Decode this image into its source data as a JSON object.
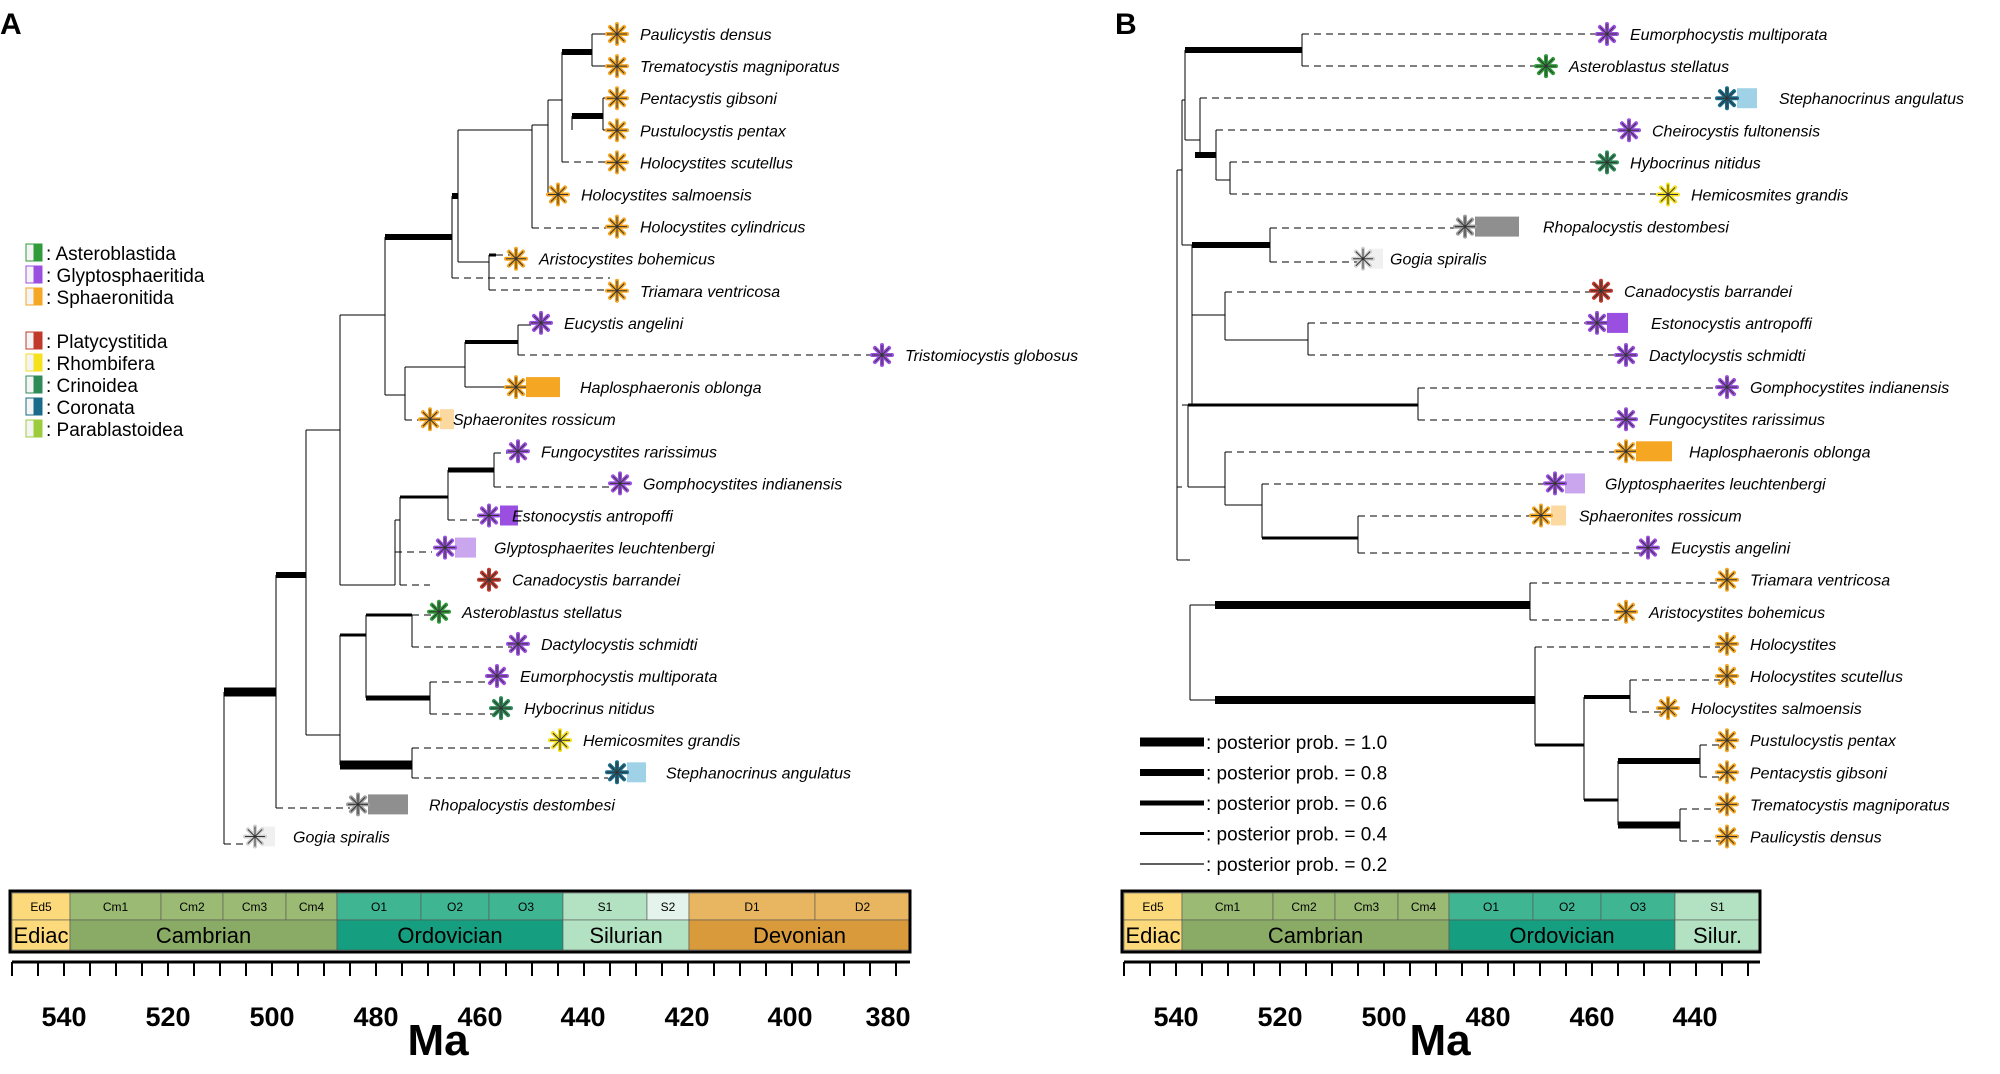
{
  "panels": [
    {
      "label": "A",
      "taxa": [
        "Paulicystis densus",
        "Trematocystis magniporatus",
        "Pentacystis gibsoni",
        "Pustulocystis pentax",
        "Holocystites scutellus",
        "Holocystites salmoensis",
        "Holocystites cylindricus",
        "Aristocystites bohemicus",
        "Triamara ventricosa",
        "Eucystis angelini",
        "Tristomiocystis globosus",
        "Haplosphaeronis oblonga",
        "Sphaeronites rossicum",
        "Fungocystites rarissimus",
        "Gomphocystites indianensis",
        "Estonocystis antropoffi",
        "Glyptosphaerites leuchtenbergi",
        "Canadocystis barrandei",
        "Asteroblastus stellatus",
        "Dactylocystis schmidti",
        "Eumorphocystis multiporata",
        "Hybocrinus nitidus",
        "Hemicosmites grandis",
        "Stephanocrinus angulatus",
        "Rhopalocystis destombesi",
        "Gogia spiralis"
      ],
      "axis_label": "Ma",
      "ticks": [
        "540",
        "520",
        "500",
        "480",
        "460",
        "440",
        "420",
        "400",
        "380"
      ]
    },
    {
      "label": "B",
      "taxa": [
        "Eumorphocystis multiporata",
        "Asteroblastus stellatus",
        "Stephanocrinus angulatus",
        "Cheirocystis fultonensis",
        "Hybocrinus nitidus",
        "Hemicosmites grandis",
        "Rhopalocystis destombesi",
        "Gogia spiralis",
        "Canadocystis barrandei",
        "Estonocystis antropoffi",
        "Dactylocystis schmidti",
        "Gomphocystites indianensis",
        "Fungocystites rarissimus",
        "Haplosphaeronis oblonga",
        "Glyptosphaerites leuchtenbergi",
        "Sphaeronites rossicum",
        "Eucystis angelini",
        "Triamara ventricosa",
        "Aristocystites bohemicus",
        "Holocystites",
        "Holocystites scutellus",
        "Holocystites salmoensis",
        "Pustulocystis pentax",
        "Pentacystis gibsoni",
        "Trematocystis magniporatus",
        "Paulicystis densus"
      ],
      "axis_label": "Ma",
      "ticks": [
        "540",
        "520",
        "500",
        "480",
        "460",
        "440"
      ]
    }
  ],
  "legend": {
    "items": [
      {
        "label": ": Asteroblastida",
        "color": "#2f9b3a"
      },
      {
        "label": ": Glyptosphaeritida",
        "color": "#9b4fe0"
      },
      {
        "label": ": Sphaeronitida",
        "color": "#f5a623"
      },
      {
        "label": ": Platycystitida",
        "color": "#c0392b"
      },
      {
        "label": ": Rhombifera",
        "color": "#f5e11e"
      },
      {
        "label": ": Crinoidea",
        "color": "#2e8b57"
      },
      {
        "label": ": Coronata",
        "color": "#1a6b8a"
      },
      {
        "label": ": Parablastoidea",
        "color": "#9ccc3c"
      }
    ]
  },
  "posterior": [
    ": posterior prob. = 1.0",
    ": posterior prob. = 0.8",
    ": posterior prob. = 0.6",
    ": posterior prob. = 0.4",
    ": posterior prob. = 0.2"
  ],
  "timescale_A": {
    "stages": [
      "Ed5",
      "Cm1",
      "Cm2",
      "Cm3",
      "Cm4",
      "O1",
      "O2",
      "O3",
      "S1",
      "S2",
      "D1",
      "D2"
    ],
    "periods": [
      "Ediac",
      "Cambrian",
      "Ordovician",
      "Silurian",
      "Devonian"
    ]
  },
  "timescale_B": {
    "stages": [
      "Ed5",
      "Cm1",
      "Cm2",
      "Cm3",
      "Cm4",
      "O1",
      "O2",
      "O3",
      "S1"
    ],
    "periods": [
      "Ediac",
      "Cambrian",
      "Ordovician",
      "Silur."
    ]
  },
  "colors": {
    "ediacaran": "#fcd97a",
    "cambrian": "#8aab66",
    "cambrian_stage": "#9bba74",
    "ordovician": "#159e7f",
    "ordovician_stage": "#3fb592",
    "silurian": "#b3e2c2",
    "devonian": "#d99a3c",
    "devonian_stage": "#e8b560"
  }
}
